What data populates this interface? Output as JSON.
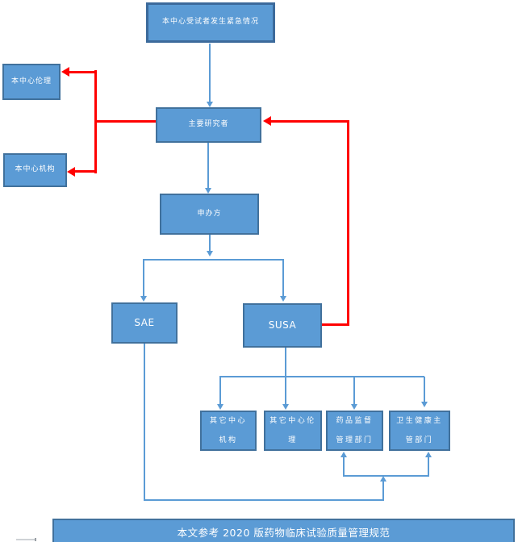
{
  "diagram_title": "SAE/SUSAR reporting flowchart",
  "colors": {
    "node_fill": "#5B9BD5",
    "node_border": "#41719C",
    "arrow_blue": "#5B9BD5",
    "arrow_red": "#FF0000",
    "node_text": "#FFFFFF"
  },
  "nodes": {
    "emergency": {
      "label": "本中心受试者发生紧急情况"
    },
    "center_ethics": {
      "label": "本中心伦理"
    },
    "center_institution": {
      "label": "本中心机构"
    },
    "principal_investigator": {
      "label": "主要研究者"
    },
    "sponsor": {
      "label": "申办方"
    },
    "sae": {
      "label": "SAE"
    },
    "susa": {
      "label": "SUSA"
    },
    "other_center_institution": {
      "line1": "其它中心",
      "line2": "机构"
    },
    "other_center_ethics": {
      "line1": "其它中心伦",
      "line2": "理"
    },
    "drug_regulatory": {
      "line1": "药品监督",
      "line2": "管理部门"
    },
    "health_authority": {
      "line1": "卫生健康主",
      "line2": "管部门"
    }
  },
  "footer": {
    "text": "本文参考 2020 版药物临床试验质量管理规范"
  }
}
